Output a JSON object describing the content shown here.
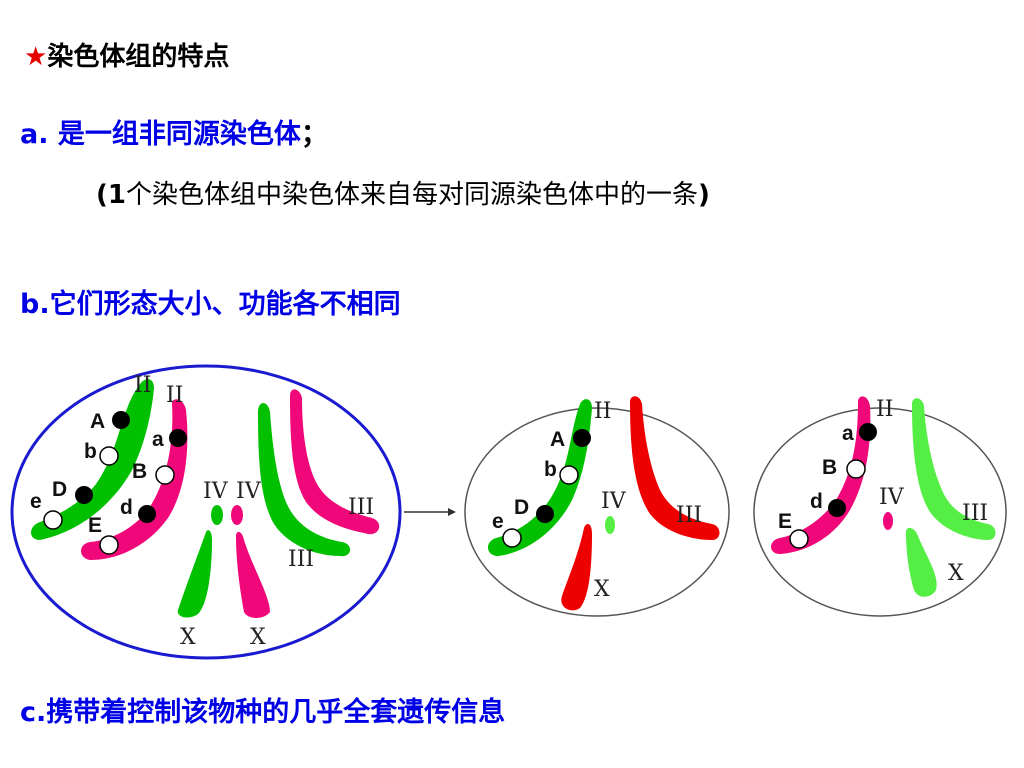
{
  "title": {
    "star": "★",
    "text": "染色体组的特点"
  },
  "point_a": {
    "text": "a. 是一组非同源染色体",
    "semicolon": "；"
  },
  "note_a": {
    "open": "(1",
    "body": "个染色体组中染色体来自每对同源染色体中的一条",
    "close": ")"
  },
  "point_b": {
    "text": "b.它们形态大小、功能各不相同"
  },
  "point_c": {
    "text": "c.携带着控制该物种的几乎全套遗传信息"
  },
  "diagram": {
    "roman": {
      "II": "II",
      "III": "III",
      "IV": "IV",
      "X": "X"
    },
    "genes": {
      "A": "A",
      "a": "a",
      "b": "b",
      "B": "B",
      "D": "D",
      "d": "d",
      "e": "e",
      "E": "E"
    },
    "colors": {
      "green": "#00c000",
      "pink": "#f0087a",
      "red": "#ee0000",
      "light_green": "#55ee44",
      "cell_border_blue": "#1a1ad0",
      "cell_border_gray": "#555555"
    }
  }
}
